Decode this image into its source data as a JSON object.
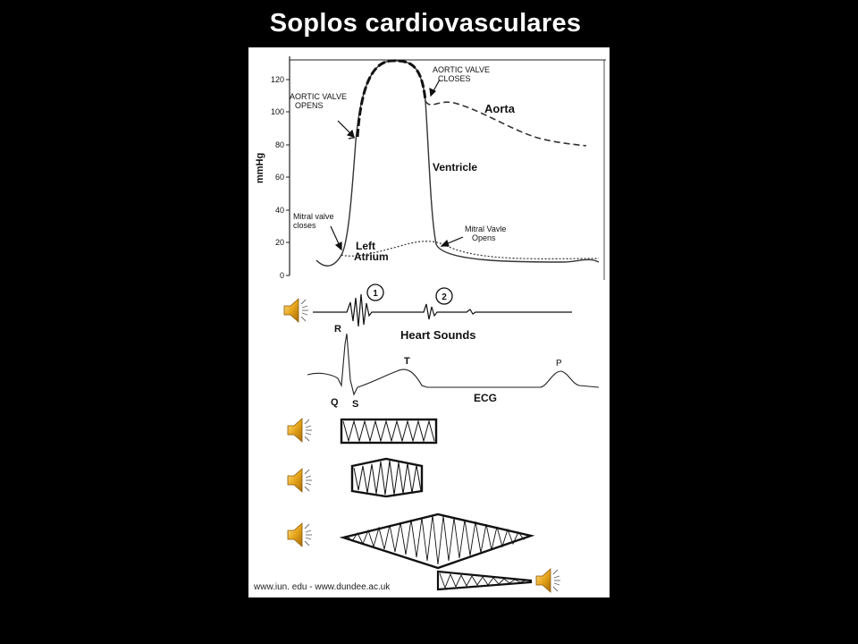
{
  "title": "Soplos cardiovasculares",
  "pressure_chart": {
    "y_axis_label": "mmHg",
    "y_ticks": [
      "0",
      "20",
      "40",
      "60",
      "80",
      "100",
      "120"
    ],
    "labels": {
      "aortic_opens_1": "AORTIC VALVE",
      "aortic_opens_2": "OPENS",
      "aortic_closes_1": "AORTIC VALVE",
      "aortic_closes_2": "CLOSES",
      "aorta": "Aorta",
      "ventricle": "Ventricle",
      "mitral_closes_1": "Mitral valve",
      "mitral_closes_2": "closes",
      "mitral_opens_1": "Mitral Vavle",
      "mitral_opens_2": "Opens",
      "left_atrium_1": "Left",
      "left_atrium_2": "Atrium"
    }
  },
  "heart_sounds": {
    "label": "Heart Sounds",
    "s1": "1",
    "s2": "2"
  },
  "ecg": {
    "label": "ECG",
    "r": "R",
    "q": "Q",
    "s": "S",
    "t": "T",
    "p": "P"
  },
  "credit": "www.iun. edu - www.dundee.ac.uk",
  "icons": {
    "speaker": "speaker-icon",
    "speaker_color": "#e7a51c"
  }
}
